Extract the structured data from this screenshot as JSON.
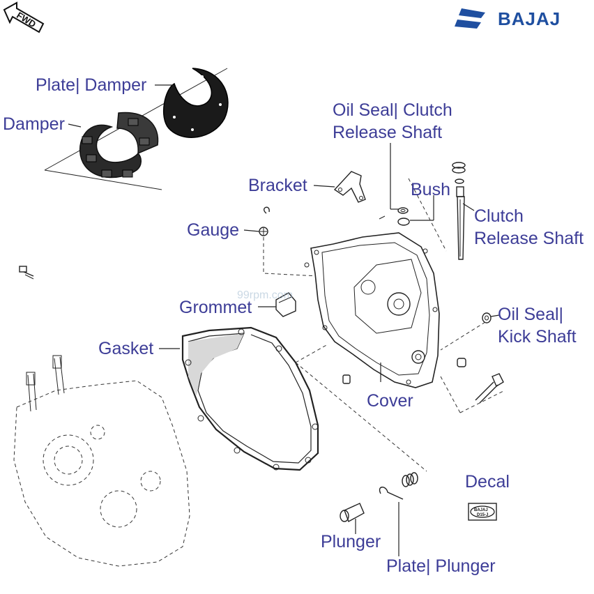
{
  "brand": {
    "name": "BAJAJ",
    "logo_icon": "bajaj-logo-icon",
    "color": "#1f4fa0"
  },
  "direction_marker": {
    "text": "FWD",
    "icon": "fwd-arrow-icon"
  },
  "watermark": "99rpm.com",
  "decal_text": {
    "line1": "BAJAJ",
    "line2": "D15-J"
  },
  "labels": {
    "plate_damper": "Plate| Damper",
    "damper": "Damper",
    "oil_seal_clutch_1": "Oil Seal| Clutch",
    "oil_seal_clutch_2": "Release Shaft",
    "bracket": "Bracket",
    "bush": "Bush",
    "clutch_release_1": "Clutch",
    "clutch_release_2": "Release Shaft",
    "gauge": "Gauge",
    "grommet": "Grommet",
    "oil_seal_kick_1": "Oil Seal|",
    "oil_seal_kick_2": "Kick Shaft",
    "gasket": "Gasket",
    "cover": "Cover",
    "decal": "Decal",
    "plunger": "Plunger",
    "plate_plunger": "Plate| Plunger"
  },
  "colors": {
    "label": "#3d3d97",
    "line": "#222222"
  }
}
